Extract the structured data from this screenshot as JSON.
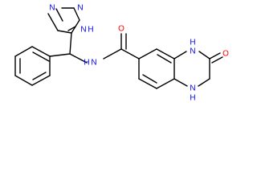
{
  "molecule": {
    "atoms": {
      "n_triazole_1": "N",
      "n_triazole_2": "N",
      "n_triazole_h": "N",
      "h_triazole": "H",
      "n_amide": "N",
      "h_amide": "H",
      "o_amide": "O",
      "n_quinox_upper": "N",
      "h_quinox_upper": "H",
      "o_lactam": "O",
      "n_quinox_lower": "N",
      "h_quinox_lower": "H"
    },
    "colors": {
      "bond": "#000000",
      "nitrogen": "#0000ff",
      "oxygen": "#ff0000",
      "background": "#ffffff"
    }
  }
}
